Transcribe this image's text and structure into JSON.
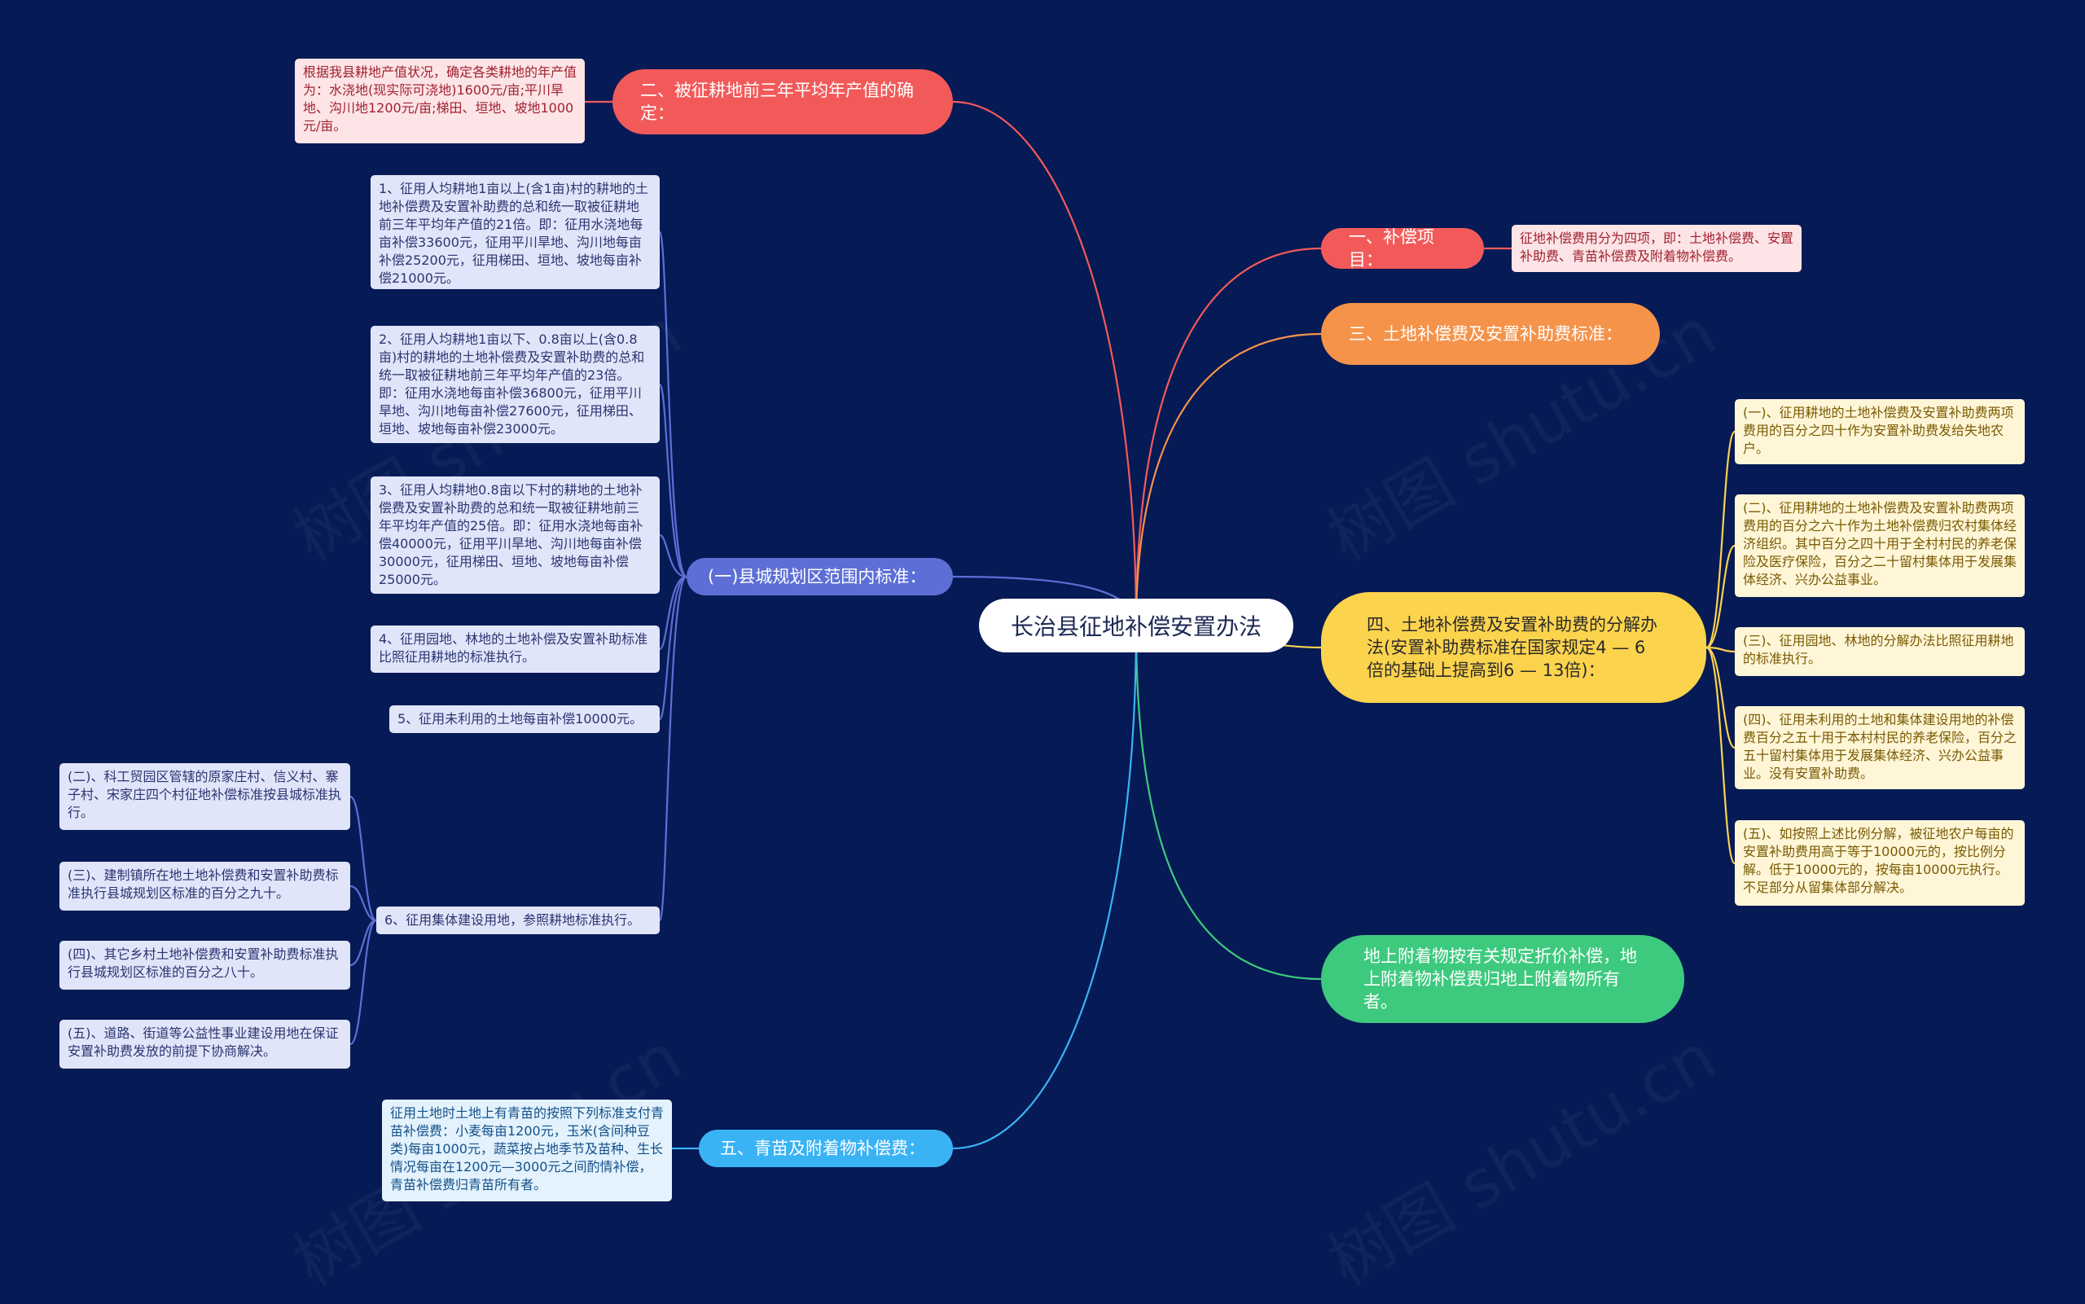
{
  "root": {
    "label": "长治县征地补偿安置办法"
  },
  "branches": {
    "b2": {
      "label": "二、被征耕地前三年平均年产值的确定：",
      "color": "#f25a5a"
    },
    "b1": {
      "label": "一、补偿项目：",
      "color": "#f25a5a"
    },
    "b3": {
      "label": "三、土地补偿费及安置补助费标准：",
      "color": "#f5934a"
    },
    "b4": {
      "label": "四、土地补偿费及安置补助费的分解办法(安置补助费标准在国家规定4 — 6倍的基础上提高到6 — 13倍)：",
      "color": "#fcd34d"
    },
    "bg": {
      "label": "地上附着物按有关规定折价补偿，地上附着物补偿费归地上附着物所有者。",
      "color": "#3dca7e"
    },
    "bs": {
      "label": "(一)县城规划区范围内标准：",
      "color": "#5d6fd6"
    },
    "b5": {
      "label": "五、青苗及附着物补偿费：",
      "color": "#3ab3f5"
    }
  },
  "cards": {
    "b2_c1": "根据我县耕地产值状况，确定各类耕地的年产值为：水浇地(现实际可浇地)1600元/亩;平川旱地、沟川地1200元/亩;梯田、垣地、坡地1000元/亩。",
    "b1_c1": "征地补偿费用分为四项，即：土地补偿费、安置补助费、青苗补偿费及附着物补偿费。",
    "bs_c1": "1、征用人均耕地1亩以上(含1亩)村的耕地的土地补偿费及安置补助费的总和统一取被征耕地前三年平均年产值的21倍。即：征用水浇地每亩补偿33600元，征用平川旱地、沟川地每亩补偿25200元，征用梯田、垣地、坡地每亩补偿21000元。",
    "bs_c2": "2、征用人均耕地1亩以下、0.8亩以上(含0.8亩)村的耕地的土地补偿费及安置补助费的总和统一取被征耕地前三年平均年产值的23倍。即：征用水浇地每亩补偿36800元，征用平川旱地、沟川地每亩补偿27600元，征用梯田、垣地、坡地每亩补偿23000元。",
    "bs_c3": "3、征用人均耕地0.8亩以下村的耕地的土地补偿费及安置补助费的总和统一取被征耕地前三年平均年产值的25倍。即：征用水浇地每亩补偿40000元，征用平川旱地、沟川地每亩补偿30000元，征用梯田、垣地、坡地每亩补偿25000元。",
    "bs_c4": "4、征用园地、林地的土地补偿及安置补助标准比照征用耕地的标准执行。",
    "bs_c5": "5、征用未利用的土地每亩补偿10000元。",
    "bs_c6": "6、征用集体建设用地，参照耕地标准执行。",
    "c6_s1": "(二)、科工贸园区管辖的原家庄村、信义村、寨子村、宋家庄四个村征地补偿标准按县城标准执行。",
    "c6_s2": "(三)、建制镇所在地土地补偿费和安置补助费标准执行县城规划区标准的百分之九十。",
    "c6_s3": "(四)、其它乡村土地补偿费和安置补助费标准执行县城规划区标准的百分之八十。",
    "c6_s4": "(五)、道路、街道等公益性事业建设用地在保证安置补助费发放的前提下协商解决。",
    "b4_c1": "(一)、征用耕地的土地补偿费及安置补助费两项费用的百分之四十作为安置补助费发给失地农户。",
    "b4_c2": "(二)、征用耕地的土地补偿费及安置补助费两项费用的百分之六十作为土地补偿费归农村集体经济组织。其中百分之四十用于全村村民的养老保险及医疗保险，百分之二十留村集体用于发展集体经济、兴办公益事业。",
    "b4_c3": "(三)、征用园地、林地的分解办法比照征用耕地的标准执行。",
    "b4_c4": "(四)、征用未利用的土地和集体建设用地的补偿费百分之五十用于本村村民的养老保险，百分之五十留村集体用于发展集体经济、兴办公益事业。没有安置补助费。",
    "b4_c5": "(五)、如按照上述比例分解，被征地农户每亩的安置补助费用高于等于10000元的，按比例分解。低于10000元的，按每亩10000元执行。不足部分从留集体部分解决。",
    "b5_c1": "征用土地时土地上有青苗的按照下列标准支付青苗补偿费：小麦每亩1200元，玉米(含间种豆类)每亩1000元，蔬菜按占地季节及苗种、生长情况每亩在1200元—3000元之间酌情补偿，青苗补偿费归青苗所有者。"
  }
}
